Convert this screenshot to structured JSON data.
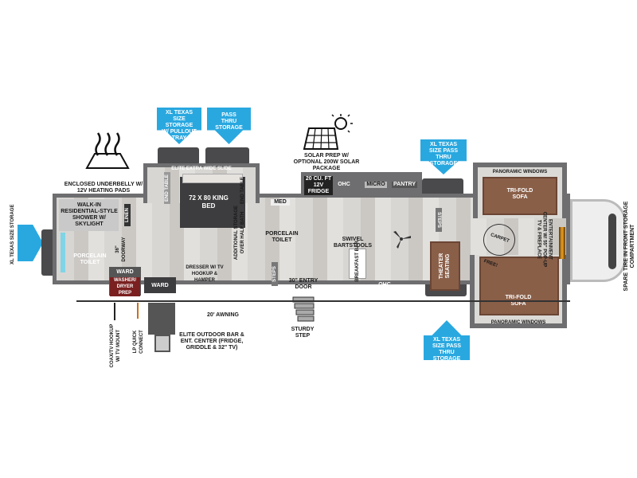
{
  "callouts": {
    "rear_storage": "XL TEXAS SIZE STORAGE",
    "bedroom_storage": "XL TEXAS SIZE STORAGE W/ PULLOUT TRAY",
    "pass_thru": "PASS THRU STORAGE",
    "top_pass_thru": "XL TEXAS SIZE PASS THRU STORAGE",
    "bottom_pass_thru": "XL TEXAS SIZE PASS THRU STORAGE",
    "underbelly": "ENCLOSED UNDERBELLY W/ 12V HEATING PADS",
    "solar": "SOLAR PREP W/ OPTIONAL 200W SOLAR PACKAGE",
    "spare_tire": "SPARE TIRE IN FRONT STORAGE COMPARTMENT",
    "coax": "COAX/TV HOOKUP W/ TV MOUNT",
    "lp": "LP QUICK CONNECT",
    "outdoor": "ELITE OUTDOOR BAR & ENT. CENTER (FRIDGE, GRIDDLE & 32\" TV)",
    "awning": "20' AWNING",
    "sturdy_step": "STURDY STEP"
  },
  "rooms": {
    "shower": "WALK-IN RESIDENTIAL-STYLE SHOWER W/ SKYLIGHT",
    "linen": "LINEN",
    "rear_toilet": "PORCELAIN TOILET",
    "doorway": "36\" DOORWAY",
    "ward1": "WARD",
    "washer": "WASHER/ DRYER PREP",
    "ward2": "WARD",
    "slide": "ELITE EXTRA WIDE SLIDE",
    "end_table_l": "END TABLE",
    "end_table_r": "END TABLE",
    "bed": "72 X 80 KING BED",
    "dresser": "DRESSER W/ TV HOOKUP & HAMPER",
    "add_storage": "ADDITIONAL STORAGE OVER HALF BATH",
    "med": "MED",
    "half_toilet": "PORCELAIN TOILET",
    "steps_rear": "STEPS",
    "entry": "30\" ENTRY DOOR",
    "fridge": "20 CU. FT 12V FRIDGE",
    "ohc_top": "OHC",
    "micro": "MICRO",
    "pantry": "PANTRY",
    "bartools": "SWIVEL BARTSTOOLS",
    "breakfast": "BREAKFAST BAR",
    "ohc_bottom": "OHC",
    "pano_main": "PANORAMIC WINDOW",
    "steps_front": "STEPS",
    "theater": "THEATER SEATING",
    "pano_top": "PANORAMIC WINDOWS",
    "sofa_top": "TRI-FOLD SOFA",
    "sofa_bottom": "TRI-FOLD SOFA",
    "pano_bottom": "PANORAMIC WINDOWS",
    "carpet": "CARPET FREE!",
    "entertainment": "ENTERTAINMENT CENTER W/ 55\" POP-UP TV & FIREPLACE"
  },
  "colors": {
    "accent": "#29a8e0",
    "wall": "#6e6e70",
    "sofa": "#8a5f48",
    "washer": "#7a2020"
  }
}
